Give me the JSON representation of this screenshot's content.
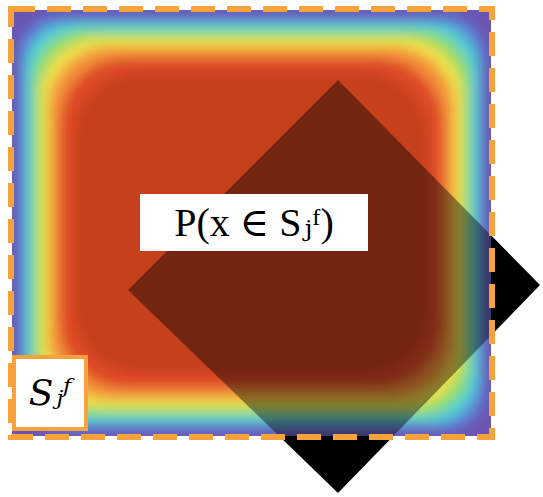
{
  "diagram": {
    "nodes": [
      {
        "text": [
          "Sⱼᶠ"
        ]
      },
      {
        "text": [
          "P(x ∈ Sⱼᶠ)"
        ],
        "in": 0
      }
    ]
  }
}
